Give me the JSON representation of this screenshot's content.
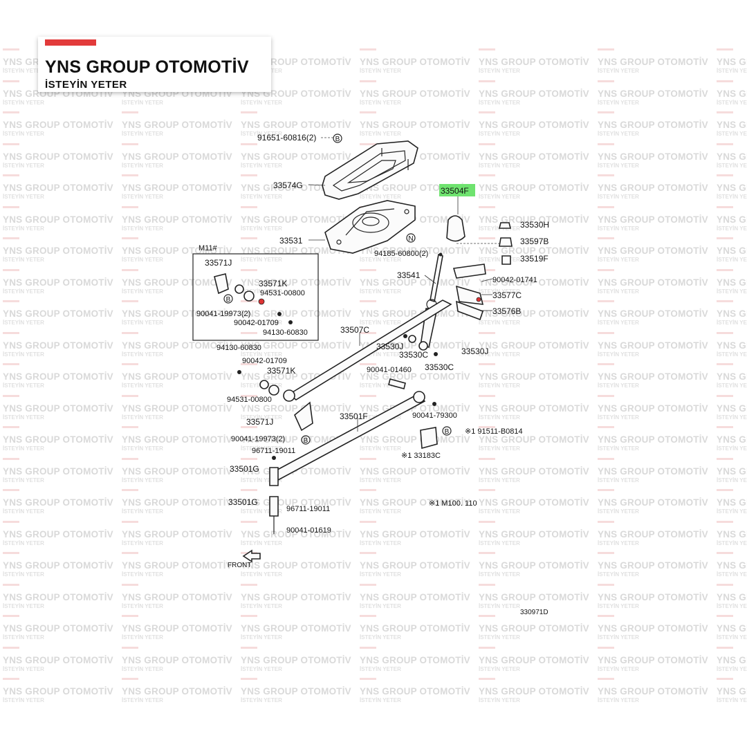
{
  "watermark": {
    "brand": "YNS GROUP OTOMOTİV",
    "tagline": "İSTEYİN YETER"
  },
  "logo": {
    "title": "YNS GROUP OTOMOTİV",
    "tagline": "İSTEYİN YETER",
    "accent_color": "#e23b3b"
  },
  "highlight_color": "#6fe36f",
  "diagram": {
    "highlighted_part": "33504F",
    "inset_label": "M11#",
    "footnote": "※1 M100. 110",
    "drawing_code": "330971D",
    "front_label": "FRONT",
    "callout_b": "B",
    "callout_n": "N",
    "labels": {
      "p91651_60816": "91651-60816(2)",
      "p33574G": "33574G",
      "p33531": "33531",
      "p94185_60800": "94185-60800(2)",
      "p33504F": "33504F",
      "p33530H": "33530H",
      "p33597B": "33597B",
      "p33519F": "33519F",
      "p33541": "33541",
      "p90042_01741": "90042-01741",
      "p33577C": "33577C",
      "p33576B": "33576B",
      "i33571J": "33571J",
      "i33571K": "33571K",
      "i94531_00800": "94531-00800",
      "i90041_19973": "90041-19973(2)",
      "i90042_01709": "90042-01709",
      "i94130_60830": "94130-60830",
      "p33507C": "33507C",
      "p33530J_a": "33530J",
      "p33530C_a": "33530C",
      "p33530J_b": "33530J",
      "p33530C_b": "33530C",
      "p94130_60830": "94130-60830",
      "p90042_01709": "90042-01709",
      "p33571K": "33571K",
      "p94531_00800": "94531-00800",
      "p90041_01460": "90041-01460",
      "p33571J": "33571J",
      "p33501F": "33501F",
      "p90041_79300": "90041-79300",
      "p91511_B0814": "※1 91511-B0814",
      "p90041_19973": "90041-19973(2)",
      "p96711_19011_a": "96711-19011",
      "p33183C": "※1 33183C",
      "p33501G_a": "33501G",
      "p33501G_b": "33501G",
      "p96711_19011_b": "96711-19011",
      "p90041_01619": "90041-01619"
    }
  }
}
